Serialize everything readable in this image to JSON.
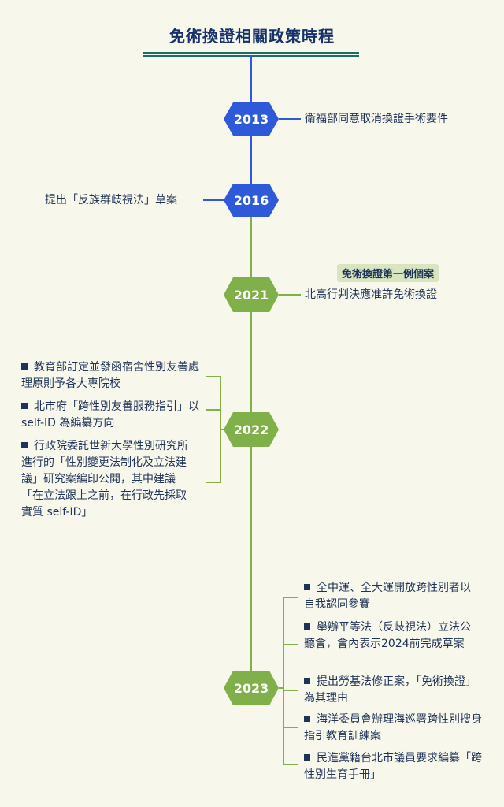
{
  "title": "免術換證相關政策時程",
  "colors": {
    "blue": "#2e59d9",
    "green": "#80b04a",
    "line_blue": "#2e59d9",
    "line_green": "#80b04a"
  },
  "nodes": [
    {
      "year": "2013",
      "text": "衛福部同意取消換證手術要件"
    },
    {
      "year": "2016",
      "text": "提出「反族群歧視法」草案"
    },
    {
      "year": "2021",
      "badge": "免術換證第一例個案",
      "text": "北高行判決應准許免術換證"
    },
    {
      "year": "2022",
      "bullets": [
        "教育部訂定並發函宿舍性別友善處理原則予各大專院校",
        "北市府「跨性別友善服務指引」以 self-ID 為編纂方向",
        "行政院委託世新大學性別研究所進行的「性別變更法制化及立法建議」研究案編印公開，其中建議「在立法跟上之前，在行政先採取實質 self-ID」"
      ]
    },
    {
      "year": "2023",
      "bullets": [
        "全中運、全大運開放跨性別者以自我認同參賽",
        "舉辦平等法（反歧視法）立法公聽會，會內表示2024前完成草案",
        "提出勞基法修正案，「免術換證」為其理由",
        "海洋委員會辦理海巡署跨性別搜身指引教育訓練案",
        "民進黨籍台北市議員要求編纂「跨性別生育手冊」"
      ]
    }
  ]
}
